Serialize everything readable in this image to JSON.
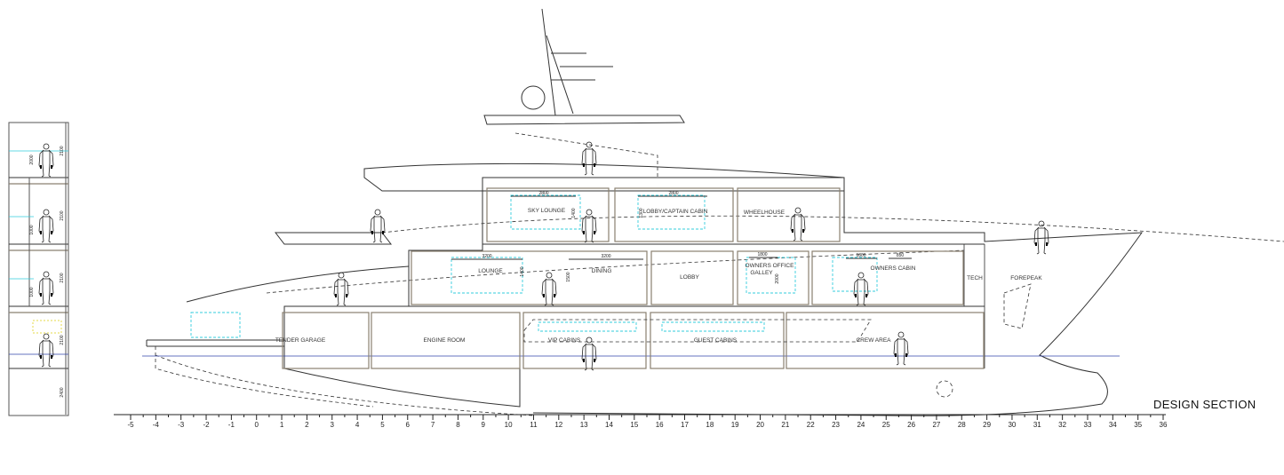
{
  "title": "DESIGN SECTION",
  "rooms": {
    "sky_lounge": "SKY LOUNGE",
    "lobby_captain": "LOBBY/CAPTAIN CABIN",
    "wheelhouse": "WHEELHOUSE",
    "lounge": "LOUNGE",
    "dining": "DINING",
    "lobby": "LOBBY",
    "owners_office": "OWNERS OFFICE",
    "galley": "GALLEY",
    "owners_cabin": "OWNERS CABIN",
    "tech": "TECH",
    "forepeak": "FOREPEAK",
    "tender_garage": "TENDER GARAGE",
    "engine_room": "ENGINE ROOM",
    "vip_cabins": "VIP CABINS",
    "guest_cabins": "GUEST CABINS",
    "crew_area": "CREW AREA"
  },
  "dimensions": {
    "sky_lounge_w": "2800",
    "sky_lounge_h": "1400",
    "lobby_w": "2800",
    "lobby_h": "1300",
    "lounge_w": "3200",
    "lounge_h": "1400",
    "dining_w": "3200",
    "dining_h": "1500",
    "office_w": "1800",
    "office_h": "2000",
    "cabin_w": "1800",
    "cabin_w2": "850",
    "panel_1": "2000",
    "panel_2": "2100",
    "panel_3": "1000",
    "panel_4": "2100",
    "panel_5": "1000",
    "panel_6": "2100",
    "panel_7": "2100",
    "panel_8": "2400"
  },
  "ruler": {
    "min": -5,
    "max": 36,
    "step": 1
  }
}
